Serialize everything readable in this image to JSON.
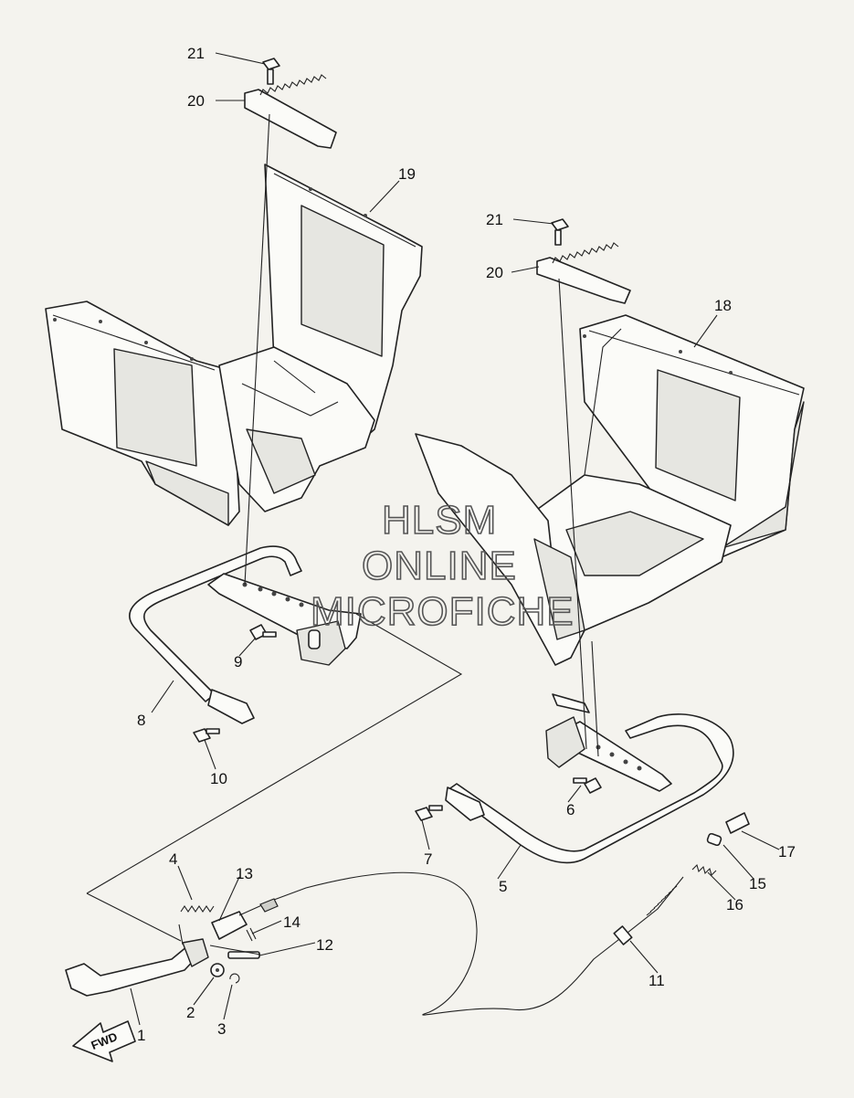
{
  "watermark": {
    "line1": "HLSM",
    "line2": "ONLINE",
    "line3": "MICROFICHE"
  },
  "direction_label": "FWD",
  "callouts": [
    {
      "id": "c1",
      "number": "1"
    },
    {
      "id": "c2",
      "number": "2"
    },
    {
      "id": "c3",
      "number": "3"
    },
    {
      "id": "c4",
      "number": "4"
    },
    {
      "id": "c5",
      "number": "5"
    },
    {
      "id": "c6",
      "number": "6"
    },
    {
      "id": "c7",
      "number": "7"
    },
    {
      "id": "c8",
      "number": "8"
    },
    {
      "id": "c9",
      "number": "9"
    },
    {
      "id": "c10",
      "number": "10"
    },
    {
      "id": "c11",
      "number": "11"
    },
    {
      "id": "c12",
      "number": "12"
    },
    {
      "id": "c13",
      "number": "13"
    },
    {
      "id": "c14",
      "number": "14"
    },
    {
      "id": "c15",
      "number": "15"
    },
    {
      "id": "c16",
      "number": "16"
    },
    {
      "id": "c17",
      "number": "17"
    },
    {
      "id": "c18",
      "number": "18"
    },
    {
      "id": "c19",
      "number": "19"
    },
    {
      "id": "c20a",
      "number": "20"
    },
    {
      "id": "c20b",
      "number": "20"
    },
    {
      "id": "c21a",
      "number": "21"
    },
    {
      "id": "c21b",
      "number": "21"
    }
  ]
}
